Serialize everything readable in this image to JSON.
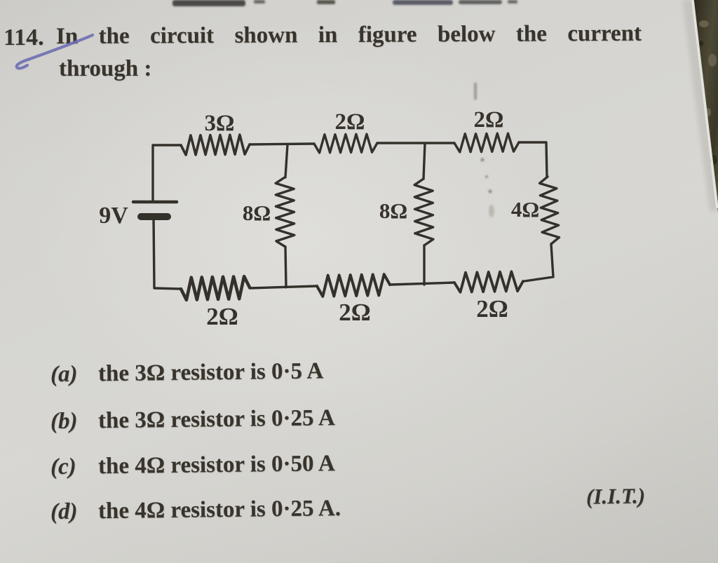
{
  "question": {
    "number": "114.",
    "line1": "In the circuit shown in figure below the current",
    "line2": "through :",
    "options": [
      {
        "label": "(a)",
        "text": "the 3Ω resistor is 0·5 A"
      },
      {
        "label": "(b)",
        "text": "the 3Ω resistor is 0·25 A"
      },
      {
        "label": "(c)",
        "text": "the 4Ω resistor is 0·50 A"
      },
      {
        "label": "(d)",
        "text": "the 4Ω resistor is 0·25 A."
      }
    ],
    "source": "(I.I.T.)"
  },
  "circuit": {
    "battery": "9V",
    "r_top": [
      "3Ω",
      "2Ω",
      "2Ω"
    ],
    "r_mid": [
      "8Ω",
      "8Ω",
      "4Ω"
    ],
    "r_bottom": [
      "2Ω",
      "2Ω",
      "2Ω"
    ]
  },
  "colors": {
    "paper": "#d6d5d1",
    "ink": "#34302a",
    "pen_mark_blue": "#6e6fb4",
    "background_corner": "#46422f"
  }
}
